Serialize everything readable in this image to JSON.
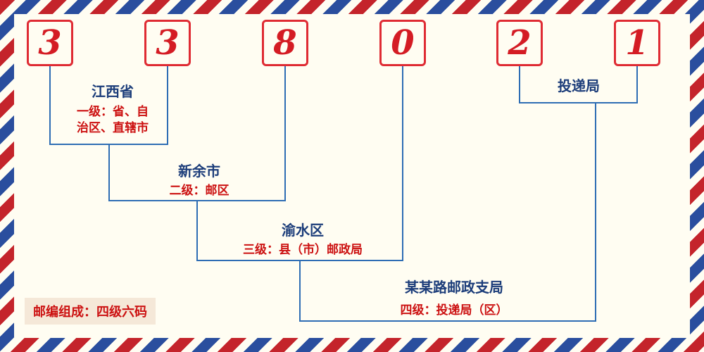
{
  "code": {
    "full_code": "338021",
    "digits": [
      "3",
      "3",
      "8",
      "0",
      "2",
      "1"
    ]
  },
  "levels": [
    {
      "name": "江西省",
      "desc_lines": [
        "一级：省、自",
        "治区、直辖市"
      ]
    },
    {
      "name": "新余市",
      "desc_lines": [
        "二级：邮区"
      ]
    },
    {
      "name": "渝水区",
      "desc_lines": [
        "三级：县（市）邮政局"
      ]
    },
    {
      "name": "某某路邮政支局",
      "desc_lines": [
        "四级：投递局（区）"
      ]
    }
  ],
  "delivery_label": "投递局",
  "footer_note": "邮编组成：四级六码",
  "colors": {
    "stripe_red": "#c4242b",
    "stripe_blue": "#2a4e9e",
    "digit_red": "#d41c24",
    "line_blue": "#2e6db4",
    "name_blue": "#1c3d7a",
    "desc_red": "#cc1111",
    "note_bg": "#f5e8d8",
    "background": "#fffdf2"
  }
}
